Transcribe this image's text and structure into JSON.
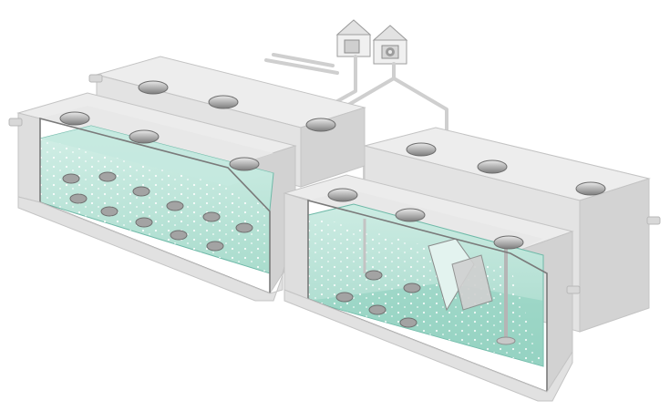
{
  "diagram": {
    "subject": "",
    "colors": {
      "background": "#ffffff",
      "concrete_top": "#ececec",
      "concrete_front": "#e2e2e2",
      "concrete_side": "#d2d2d2",
      "concrete_edge": "#bdbdbd",
      "water": "#bfe6dc",
      "water_deep": "#9fd6c8",
      "water_line": "#6fb9a8",
      "hatch": "#7a7a7a",
      "pipe": "#c9c9c9",
      "diffuser": "#9a9a9a",
      "bubble": "#ffffff"
    },
    "icons": [
      "blower-house-icon",
      "blower-house-fan-icon",
      "manhole-cover-icon",
      "air-diffuser-icon",
      "inlet-pipe-icon"
    ],
    "tanks": [
      {
        "id": "rear-left"
      },
      {
        "id": "front-left-aeration"
      },
      {
        "id": "rear-right"
      },
      {
        "id": "front-right-aeration-clarifier"
      }
    ]
  }
}
